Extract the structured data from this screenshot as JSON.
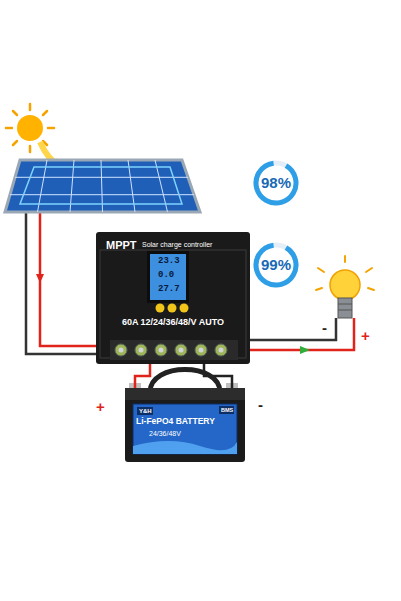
{
  "diagram": {
    "nodes": [
      {
        "text": [
          "98%"
        ]
      },
      {
        "text": [
          "MPPT",
          "Solar charge controller",
          "60A 12/24/36/48/V AUTO"
        ]
      },
      {
        "text": [
          "23.3",
          "0.0",
          "27.7"
        ],
        "in": 1
      },
      {
        "text": [
          "99%"
        ]
      },
      {
        "text": [
          "Y&H",
          "Li-FePO4 BATTERY",
          "24/36/48V",
          "BMS"
        ]
      }
    ],
    "edges": [
      {
        "from": 1,
        "to": 4,
        "arrow": "none"
      },
      {
        "from": 1,
        "to": 4,
        "arrow": "none"
      }
    ],
    "labels": [
      "+",
      "-",
      "-",
      "+"
    ]
  }
}
